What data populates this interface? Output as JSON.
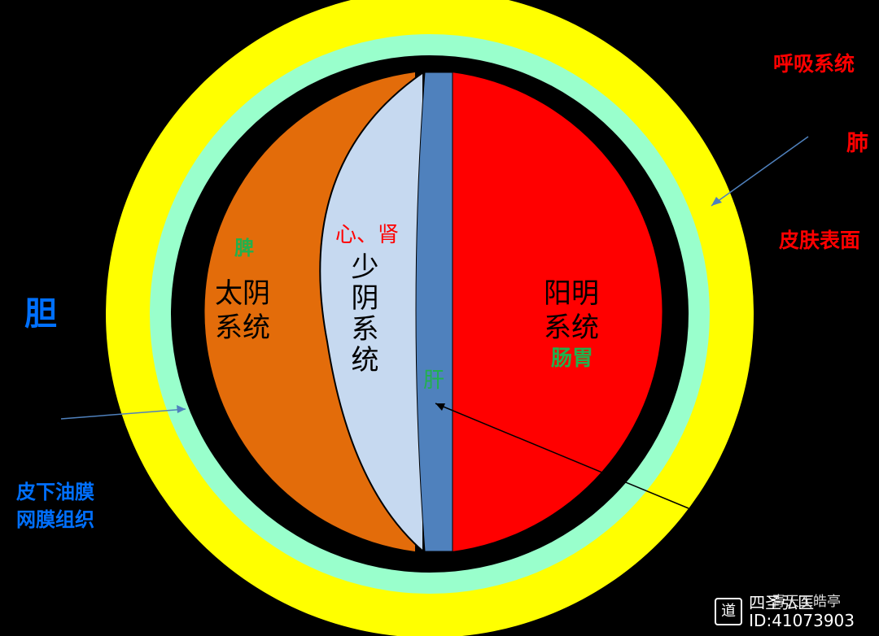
{
  "colors": {
    "outer_ring": "#ffff00",
    "inner_ring": "#99ffcc",
    "taiyin": "#e36c0a",
    "shaoyin": "#c6d9f0",
    "jueyin_strip": "#4f81bd",
    "yangming": "#ff0000",
    "arrow_outer": "#4f81bd",
    "arrow_inner": "#000000",
    "label_red": "#ff0000",
    "label_green": "#22b14c",
    "label_blue": "#0070ff"
  },
  "labels": {
    "respiratory": "呼吸系统",
    "lung": "肺",
    "skin_surface": "皮肤表面",
    "gallbladder": "胆",
    "subcutaneous_line1": "皮下油膜",
    "subcutaneous_line2": "网膜组织",
    "spleen": "脾",
    "taiyin_line1": "太阴",
    "taiyin_line2": "系统",
    "heart_kidney": "心、肾",
    "shaoyin": "少阴系统",
    "liver": "肝",
    "yangming_line1": "阳明",
    "yangming_line2": "系统",
    "intestine_stomach": "肠胃"
  },
  "watermark": {
    "line1": "四圣弘医",
    "line2": "ID:41073903",
    "overlay": "青天工皓亭",
    "logo_glyph": "道"
  }
}
